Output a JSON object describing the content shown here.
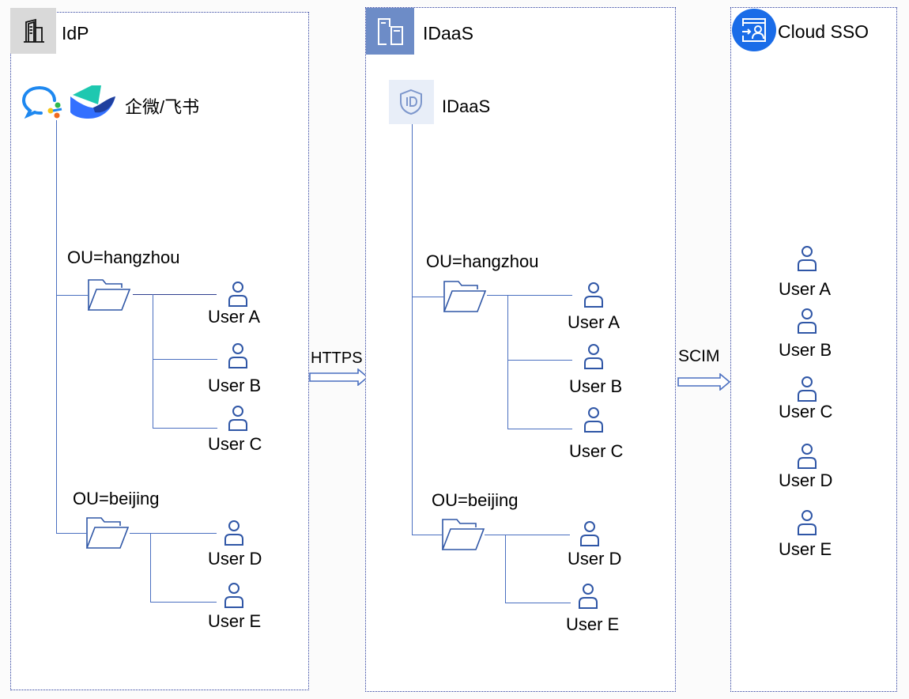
{
  "columns": {
    "idp": {
      "title": "IdP",
      "header_icon": "building-icon",
      "source": {
        "label": "企微/飞书",
        "icons": [
          "wecom-icon",
          "feishu-icon"
        ]
      },
      "ous": [
        {
          "label": "OU=hangzhou",
          "users": [
            "User A",
            "User B",
            "User C"
          ]
        },
        {
          "label": "OU=beijing",
          "users": [
            "User D",
            "User E"
          ]
        }
      ]
    },
    "idaas": {
      "title": "IDaaS",
      "header_icon": "server-icon",
      "source": {
        "label": "IDaaS",
        "icons": [
          "id-shield-icon"
        ]
      },
      "ous": [
        {
          "label": "OU=hangzhou",
          "users": [
            "User A",
            "User B",
            "User C"
          ]
        },
        {
          "label": "OU=beijing",
          "users": [
            "User D",
            "User E"
          ]
        }
      ]
    },
    "cloudsso": {
      "title": "Cloud SSO",
      "header_icon": "sso-login-icon",
      "users": [
        "User A",
        "User B",
        "User C",
        "User D",
        "User E"
      ]
    }
  },
  "connectors": {
    "idp_to_idaas": {
      "label": "HTTPS",
      "icon": "arrow-right-icon"
    },
    "idaas_to_cloudsso": {
      "label": "SCIM",
      "icon": "arrow-right-icon"
    }
  },
  "colors": {
    "line": "#4a6fc0",
    "icon_blue": "#2f56a6",
    "border": "#2a3c9c",
    "idaas_header_bg": "#6d8cc7",
    "sso_blue": "#1a6ce8",
    "idp_header_bg": "#d9d9d9"
  }
}
